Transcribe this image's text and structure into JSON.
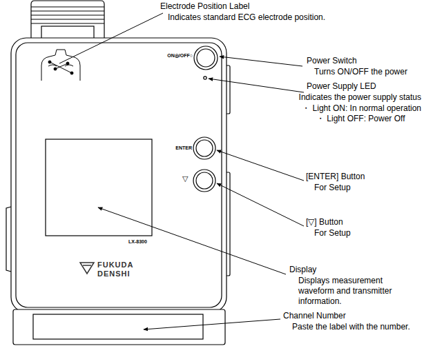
{
  "diagram": {
    "labels": [
      "Electrode Position Label",
      "Indicates standard ECG electrode position.",
      "Power Switch",
      "Turns ON/OFF the power",
      "Power Supply LED",
      "Indicates the power supply status",
      "・ Light ON: In normal operation",
      "・ Light OFF: Power Off",
      "[ENTER] Button",
      "For Setup",
      "[▽] Button",
      "For Setup",
      "Display",
      "Displays measurement waveform and transmitter information.",
      "Channel Number",
      "Paste the label with the number.",
      "ON◎/OFF○",
      "ENTER",
      "▽",
      "LX-8300",
      "FUKUDA",
      "DENSHI"
    ]
  }
}
